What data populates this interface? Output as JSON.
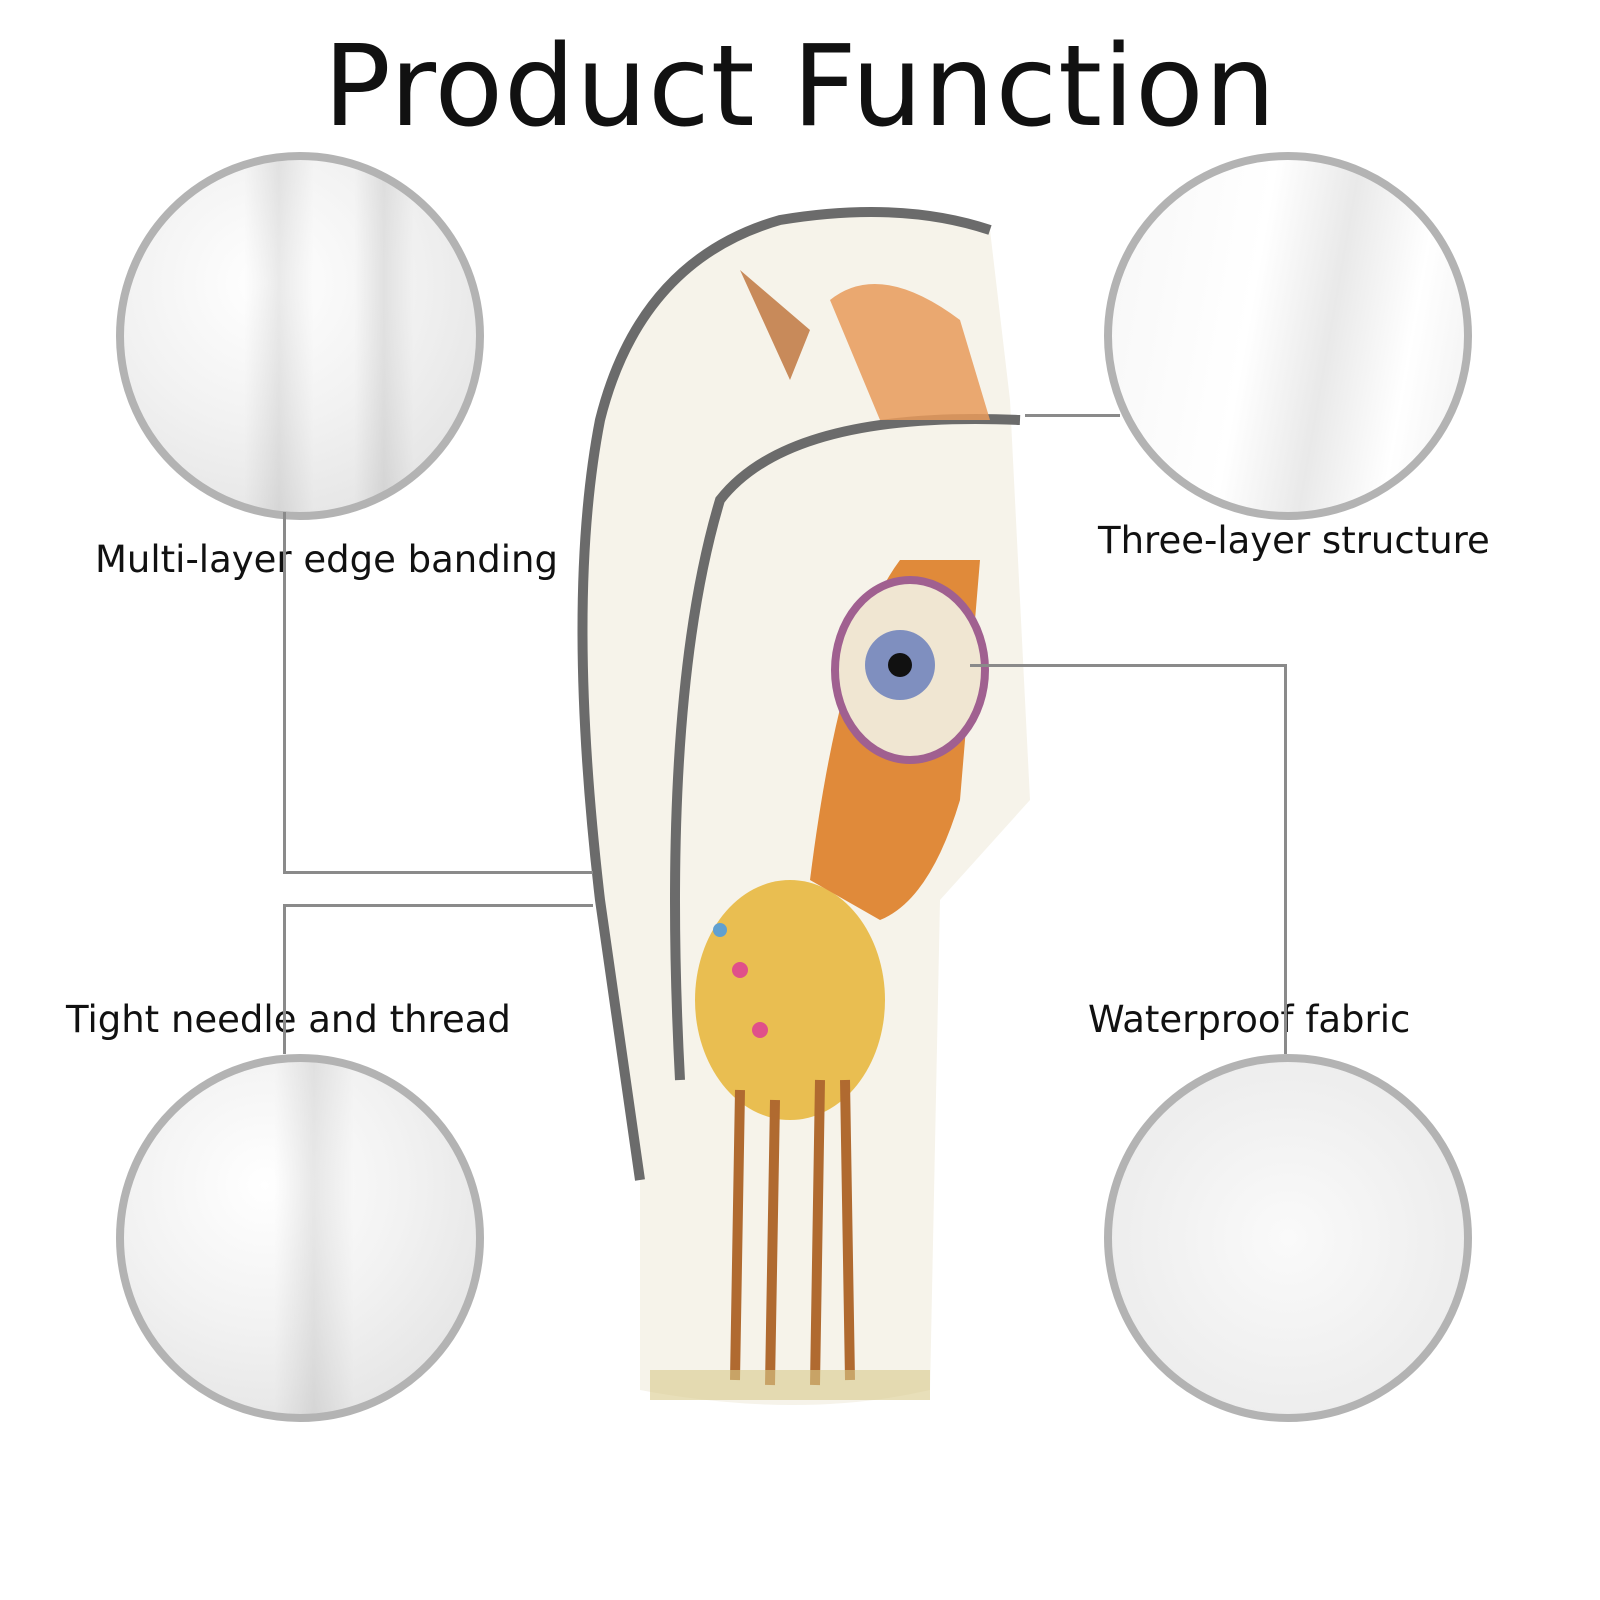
{
  "title": "Product Function",
  "features": [
    {
      "label": "Multi-layer edge banding"
    },
    {
      "label": "Three-layer structure"
    },
    {
      "label": "Tight needle and thread"
    },
    {
      "label": "Waterproof fabric"
    }
  ],
  "colors": {
    "circle_border": "#b3b3b3",
    "line": "#8a8a8a",
    "piping": "#6b6b6b"
  }
}
